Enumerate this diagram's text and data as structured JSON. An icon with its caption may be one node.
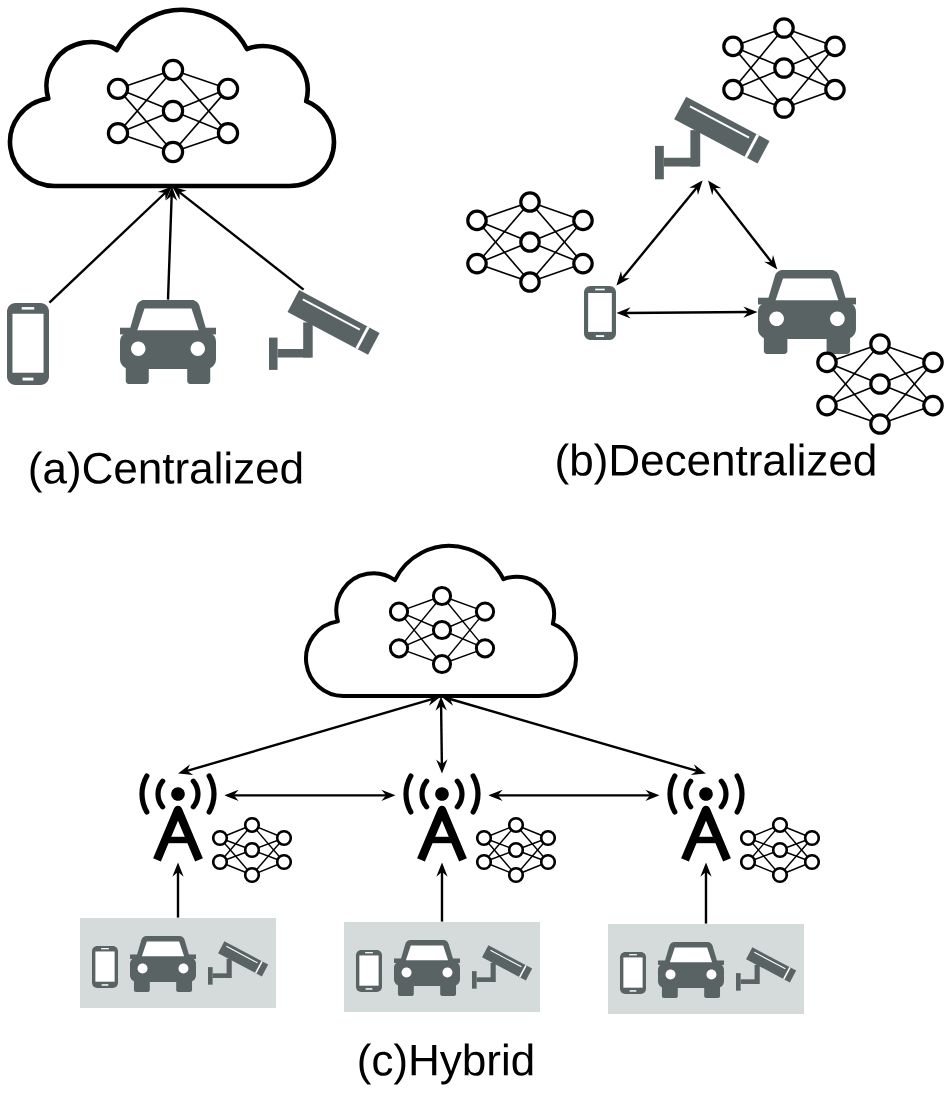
{
  "diagram": {
    "nodes": [
      {
        "text": [],
        "shape": "cloud"
      },
      {
        "text": [],
        "shape": "picture"
      },
      {
        "text": [],
        "shape": "picture"
      },
      {
        "text": [],
        "shape": "picture"
      },
      {
        "text": [],
        "shape": "picture"
      },
      {
        "text": [],
        "shape": "picture"
      },
      {
        "text": [],
        "shape": "picture"
      },
      {
        "text": [],
        "shape": "cloud"
      },
      {
        "text": [],
        "shape": "picture"
      },
      {
        "text": [],
        "shape": "picture"
      },
      {
        "text": [],
        "shape": "picture"
      },
      {
        "text": [],
        "shape": "box"
      },
      {
        "text": [],
        "shape": "picture",
        "in": 11
      },
      {
        "text": [],
        "shape": "picture",
        "in": 11
      },
      {
        "text": [],
        "shape": "picture",
        "in": 11
      },
      {
        "text": [],
        "shape": "box"
      },
      {
        "text": [],
        "shape": "picture",
        "in": 15
      },
      {
        "text": [],
        "shape": "picture",
        "in": 15
      },
      {
        "text": [],
        "shape": "picture",
        "in": 15
      },
      {
        "text": [],
        "shape": "box"
      },
      {
        "text": [],
        "shape": "picture",
        "in": 19
      },
      {
        "text": [],
        "shape": "picture",
        "in": 19
      },
      {
        "text": [],
        "shape": "picture",
        "in": 19
      }
    ],
    "edges": [
      {
        "from": 1,
        "to": 0,
        "arrow": "to"
      },
      {
        "from": 2,
        "to": 0,
        "arrow": "to"
      },
      {
        "from": 3,
        "to": 0,
        "arrow": "to"
      },
      {
        "from": 4,
        "to": 5,
        "arrow": "both"
      },
      {
        "from": 4,
        "to": 6,
        "arrow": "both"
      },
      {
        "from": 5,
        "to": 6,
        "arrow": "both"
      },
      {
        "from": 7,
        "to": 8,
        "arrow": "both"
      },
      {
        "from": 7,
        "to": 9,
        "arrow": "both"
      },
      {
        "from": 7,
        "to": 10,
        "arrow": "both"
      },
      {
        "from": 8,
        "to": 9,
        "arrow": "both"
      },
      {
        "from": 9,
        "to": 10,
        "arrow": "both"
      },
      {
        "from": 11,
        "to": 8,
        "arrow": "to"
      },
      {
        "from": 15,
        "to": 9,
        "arrow": "to"
      },
      {
        "from": 19,
        "to": 10,
        "arrow": "to"
      }
    ],
    "labels": [
      "(a)Centralized",
      "(b)Decentralized",
      "(c)Hybrid"
    ]
  }
}
